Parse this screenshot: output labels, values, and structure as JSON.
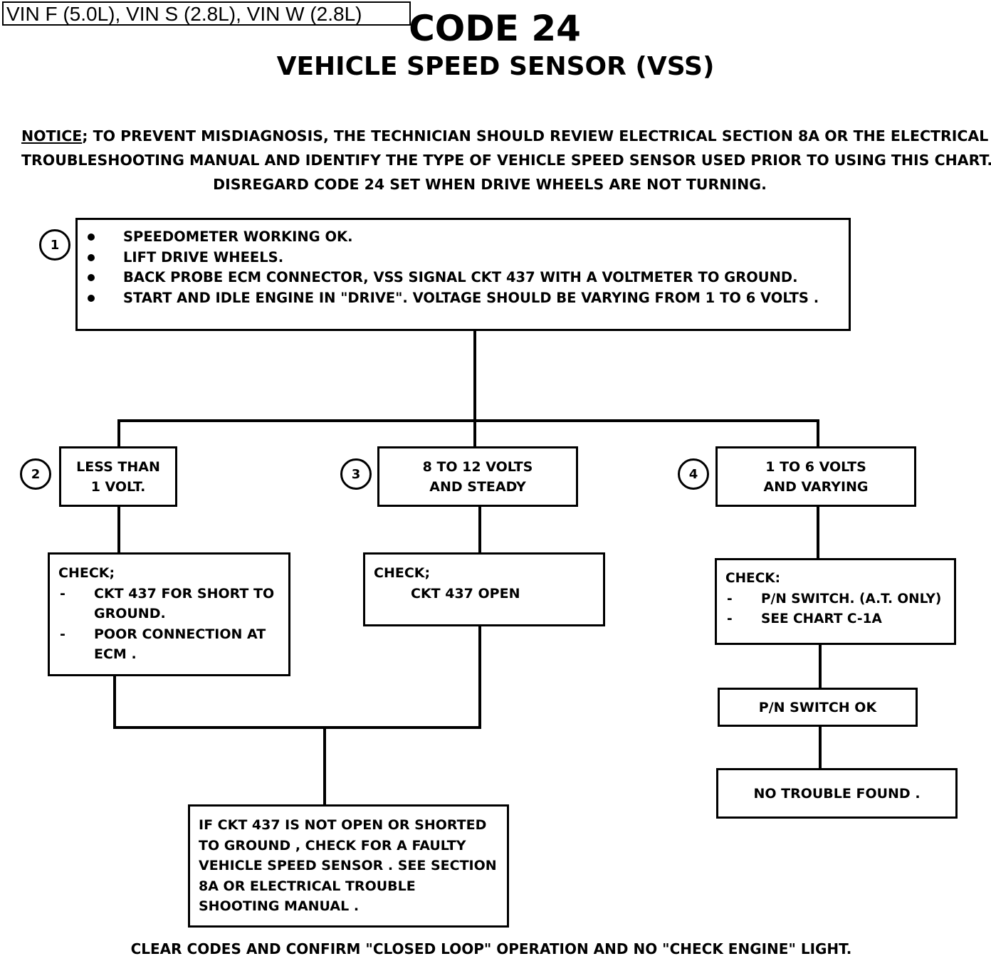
{
  "header": {
    "vin": "VIN F (5.0L), VIN S (2.8L), VIN W (2.8L)",
    "code": "CODE 24",
    "subtitle": "VEHICLE SPEED SENSOR (VSS)"
  },
  "notice": {
    "label": "NOTICE",
    "line1_rest": "; TO PREVENT MISDIAGNOSIS, THE TECHNICIAN SHOULD REVIEW ELECTRICAL SECTION 8A OR THE ELECTRICAL",
    "line2": "TROUBLESHOOTING MANUAL AND IDENTIFY THE TYPE OF VEHICLE SPEED SENSOR USED PRIOR TO USING THIS CHART.",
    "line3": "DISREGARD CODE 24 SET WHEN DRIVE WHEELS ARE NOT TURNING."
  },
  "step1": {
    "number": "1",
    "items": [
      "SPEEDOMETER WORKING OK.",
      "LIFT DRIVE WHEELS.",
      "BACK PROBE ECM CONNECTOR, VSS SIGNAL CKT 437  WITH A VOLTMETER TO GROUND.",
      "START AND IDLE ENGINE IN \"DRIVE\". VOLTAGE SHOULD BE VARYING FROM 1 TO 6 VOLTS ."
    ]
  },
  "branch2": {
    "number": "2",
    "line1": "LESS THAN",
    "line2": "1 VOLT.",
    "check_title": "CHECK;",
    "check_items": [
      "CKT 437 FOR SHORT TO GROUND.",
      "POOR CONNECTION AT ECM ."
    ]
  },
  "branch3": {
    "number": "3",
    "line1": "8 TO 12 VOLTS",
    "line2": "AND STEADY",
    "check_title": "CHECK;",
    "check_text": "CKT 437 OPEN"
  },
  "branch4": {
    "number": "4",
    "line1": "1 TO 6 VOLTS",
    "line2": "AND VARYING",
    "check_title": "CHECK:",
    "check_items": [
      "P/N SWITCH. (A.T. ONLY)",
      "SEE CHART C-1A"
    ],
    "pn_ok": "P/N SWITCH OK",
    "ntf": "NO TROUBLE FOUND ."
  },
  "final": {
    "lines": [
      "IF CKT 437  IS NOT OPEN OR SHORTED",
      "TO GROUND , CHECK FOR A FAULTY",
      "VEHICLE SPEED SENSOR . SEE SECTION",
      "8A OR ELECTRICAL TROUBLE",
      "SHOOTING MANUAL ."
    ]
  },
  "footer": "CLEAR CODES AND CONFIRM \"CLOSED LOOP\" OPERATION AND NO \"CHECK ENGINE\" LIGHT."
}
